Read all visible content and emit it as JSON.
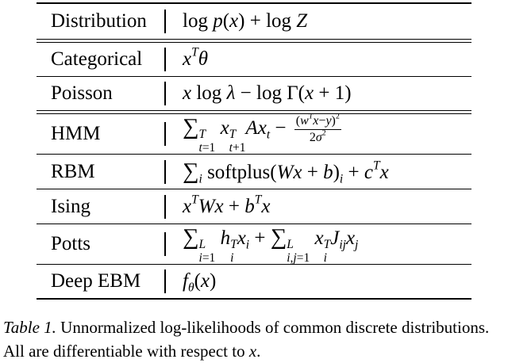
{
  "table": {
    "header": {
      "col1": "Distribution",
      "col2": "log p(x) + log Z"
    },
    "rows": [
      {
        "name": "Categorical",
        "formula": "x^T θ"
      },
      {
        "name": "Poisson",
        "formula": "x log λ − log Γ(x + 1)"
      },
      {
        "name": "HMM",
        "formula": "∑_{t=1}^{T} x_{t+1}^T A x_t − (w^T x − y)^2 / 2σ^2"
      },
      {
        "name": "RBM",
        "formula": "∑_i softplus(Wx + b)_i + c^T x"
      },
      {
        "name": "Ising",
        "formula": "x^T W x + b^T x"
      },
      {
        "name": "Potts",
        "formula": "∑_{i=1}^{L} h_i^T x_i + ∑_{i,j=1}^{L} x_i^T J_{ij} x_j"
      },
      {
        "name": "Deep EBM",
        "formula": "f_θ(x)"
      }
    ]
  },
  "caption": {
    "label": "Table 1.",
    "text": "Unnormalized log-likelihoods of common discrete distributions. All are differentiable with respect to",
    "var": "x",
    "end": "."
  }
}
